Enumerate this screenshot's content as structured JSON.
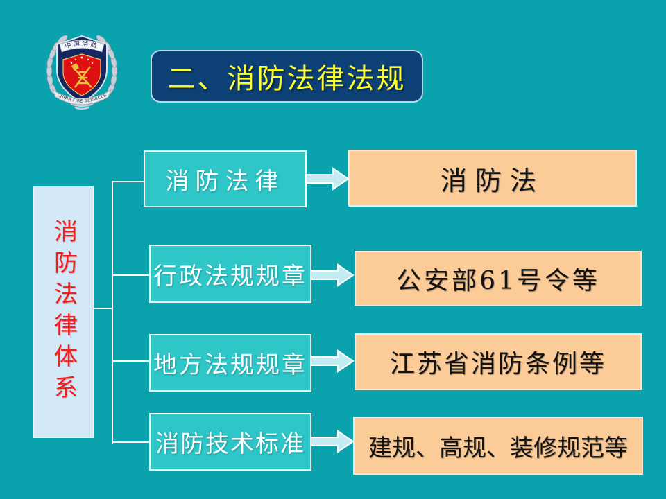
{
  "slide": {
    "title": "二、消防法律法规"
  },
  "logo": {
    "top_banner": "中国消防",
    "bottom_ribbon": "CHINA FIRE SERVICES"
  },
  "diagram": {
    "root_label": "消防法律体系",
    "rows": [
      {
        "category": "消防法律",
        "result": "消防法"
      },
      {
        "category": "行政法规规章",
        "result": "公安部61号令等"
      },
      {
        "category": "地方法规规章",
        "result": "江苏省消防条例等"
      },
      {
        "category": "消防技术标准",
        "result": "建规、高规、装修规范等"
      }
    ]
  },
  "colors": {
    "background": "#0aa3ad",
    "category_fill": "#2fc6c8",
    "category_text": "#ffffff",
    "result_fill": "#fbcb98",
    "result_text": "#131313",
    "root_fill": "#d3e9f8",
    "root_text": "#f51c1c",
    "title_fill": "#0d4074",
    "title_text": "#feff2e",
    "connector": "#ffffff"
  }
}
